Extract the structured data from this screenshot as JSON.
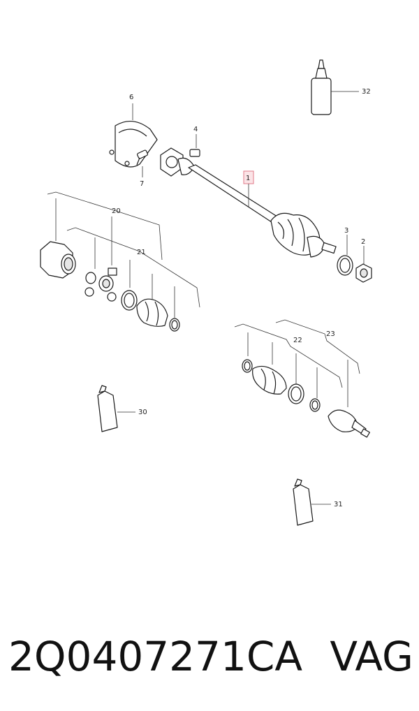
{
  "diagram": {
    "callouts": {
      "p1": "1",
      "p2": "2",
      "p3": "3",
      "p4": "4",
      "p6": "6",
      "p7": "7",
      "p20": "20",
      "p21": "21",
      "p22": "22",
      "p23": "23",
      "p30": "30",
      "p31": "31",
      "p32": "32"
    },
    "highlight_color": "#e07a88"
  },
  "caption": {
    "part_number": "2Q0407271CA",
    "brand": "VAG"
  }
}
